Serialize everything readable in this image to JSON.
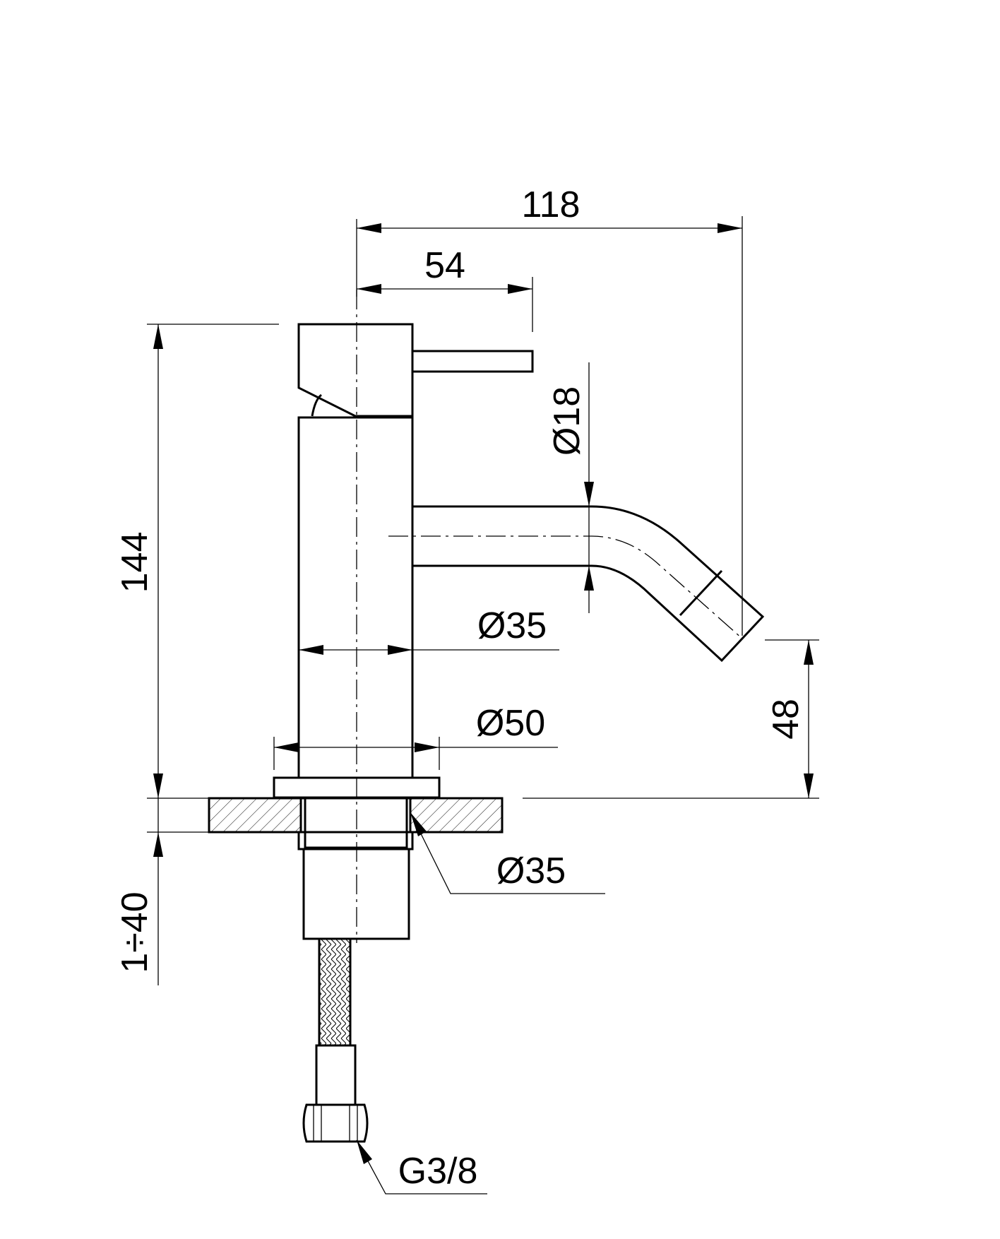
{
  "dimensions": {
    "overall_reach": "118",
    "lever_reach": "54",
    "spout_diameter": "Ø18",
    "total_height": "144",
    "body_diameter": "Ø35",
    "base_diameter": "Ø50",
    "spout_height": "48",
    "hole_diameter": "Ø35",
    "deck_thickness": "1÷40",
    "connection": "G3/8"
  },
  "colors": {
    "line": "#000000",
    "background": "#ffffff"
  }
}
